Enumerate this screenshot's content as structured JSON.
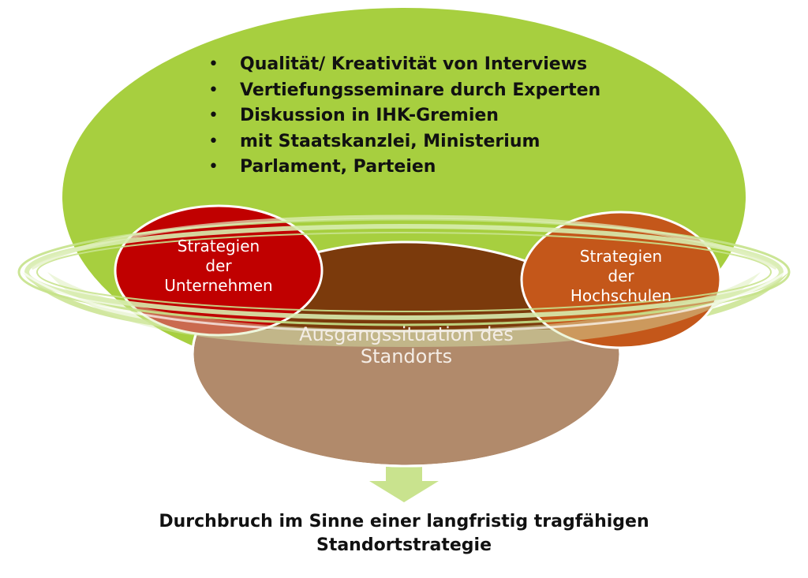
{
  "bullets": [
    "Qualität/ Kreativität von Interviews",
    "Vertiefungsseminare durch Experten",
    "Diskussion in IHK-Gremien",
    "mit Staatskanzlei, Ministerium",
    "Parlament, Parteien"
  ],
  "left_circle": {
    "line1": "Strategien",
    "line2": "der",
    "line3": "Unternehmen"
  },
  "right_circle": {
    "line1": "Strategien",
    "line2": "der",
    "line3": "Hochschulen"
  },
  "center": {
    "line1": "Ausgangssituation des",
    "line2": "Standorts"
  },
  "bottom": {
    "line1": "Durchbruch im Sinne einer langfristig tragfähigen",
    "line2": "Standortstrategie"
  },
  "colors": {
    "big_green": "#a7cf3f",
    "funnel_light": "#c9e38e",
    "funnel_rim": "#b4d96a",
    "center_dark": "#7b3a0c",
    "center_light": "#b18a6b",
    "left_red": "#c00000",
    "right_orange": "#c4571a",
    "arrow": "#c9e38e"
  }
}
